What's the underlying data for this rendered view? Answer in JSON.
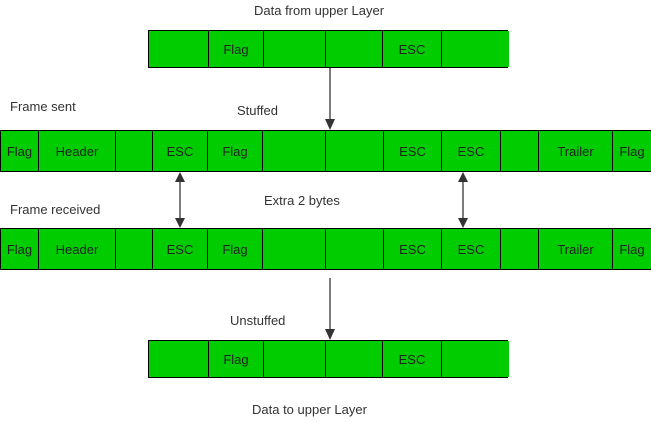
{
  "labels": {
    "top_caption": "Data from upper Layer",
    "frame_sent": "Frame sent",
    "stuffed": "Stuffed",
    "frame_received": "Frame received",
    "extra_bytes": "Extra 2 bytes",
    "unstuffed": "Unstuffed",
    "bottom_caption": "Data to upper Layer"
  },
  "colors": {
    "cell_fill": "#00cc00",
    "border": "#000000",
    "text": "#333333",
    "arrow": "#333333"
  },
  "top_frame": {
    "name": "data-from-upper-layer-frame",
    "cells": [
      {
        "label": "",
        "width": 60
      },
      {
        "label": "Flag",
        "width": 55
      },
      {
        "label": "",
        "width": 62
      },
      {
        "label": "",
        "width": 57
      },
      {
        "label": "ESC",
        "width": 59
      },
      {
        "label": "",
        "width": 67
      }
    ]
  },
  "sent_frame": {
    "name": "frame-sent",
    "cells": [
      {
        "label": "Flag",
        "width": 38
      },
      {
        "label": "Header",
        "width": 77
      },
      {
        "label": "",
        "width": 37
      },
      {
        "label": "ESC",
        "width": 55
      },
      {
        "label": "Flag",
        "width": 55
      },
      {
        "label": "",
        "width": 63
      },
      {
        "label": "",
        "width": 58
      },
      {
        "label": "ESC",
        "width": 58
      },
      {
        "label": "ESC",
        "width": 59
      },
      {
        "label": "",
        "width": 38
      },
      {
        "label": "Trailer",
        "width": 74
      },
      {
        "label": "Flag",
        "width": 38
      }
    ]
  },
  "received_frame": {
    "name": "frame-received",
    "cells": [
      {
        "label": "Flag",
        "width": 38
      },
      {
        "label": "Header",
        "width": 77
      },
      {
        "label": "",
        "width": 37
      },
      {
        "label": "ESC",
        "width": 55
      },
      {
        "label": "Flag",
        "width": 55
      },
      {
        "label": "",
        "width": 63
      },
      {
        "label": "",
        "width": 58
      },
      {
        "label": "ESC",
        "width": 58
      },
      {
        "label": "ESC",
        "width": 59
      },
      {
        "label": "",
        "width": 38
      },
      {
        "label": "Trailer",
        "width": 74
      },
      {
        "label": "Flag",
        "width": 38
      }
    ]
  },
  "bottom_frame": {
    "name": "data-to-upper-layer-frame",
    "cells": [
      {
        "label": "",
        "width": 60
      },
      {
        "label": "Flag",
        "width": 55
      },
      {
        "label": "",
        "width": 62
      },
      {
        "label": "",
        "width": 57
      },
      {
        "label": "ESC",
        "width": 59
      },
      {
        "label": "",
        "width": 67
      }
    ]
  }
}
